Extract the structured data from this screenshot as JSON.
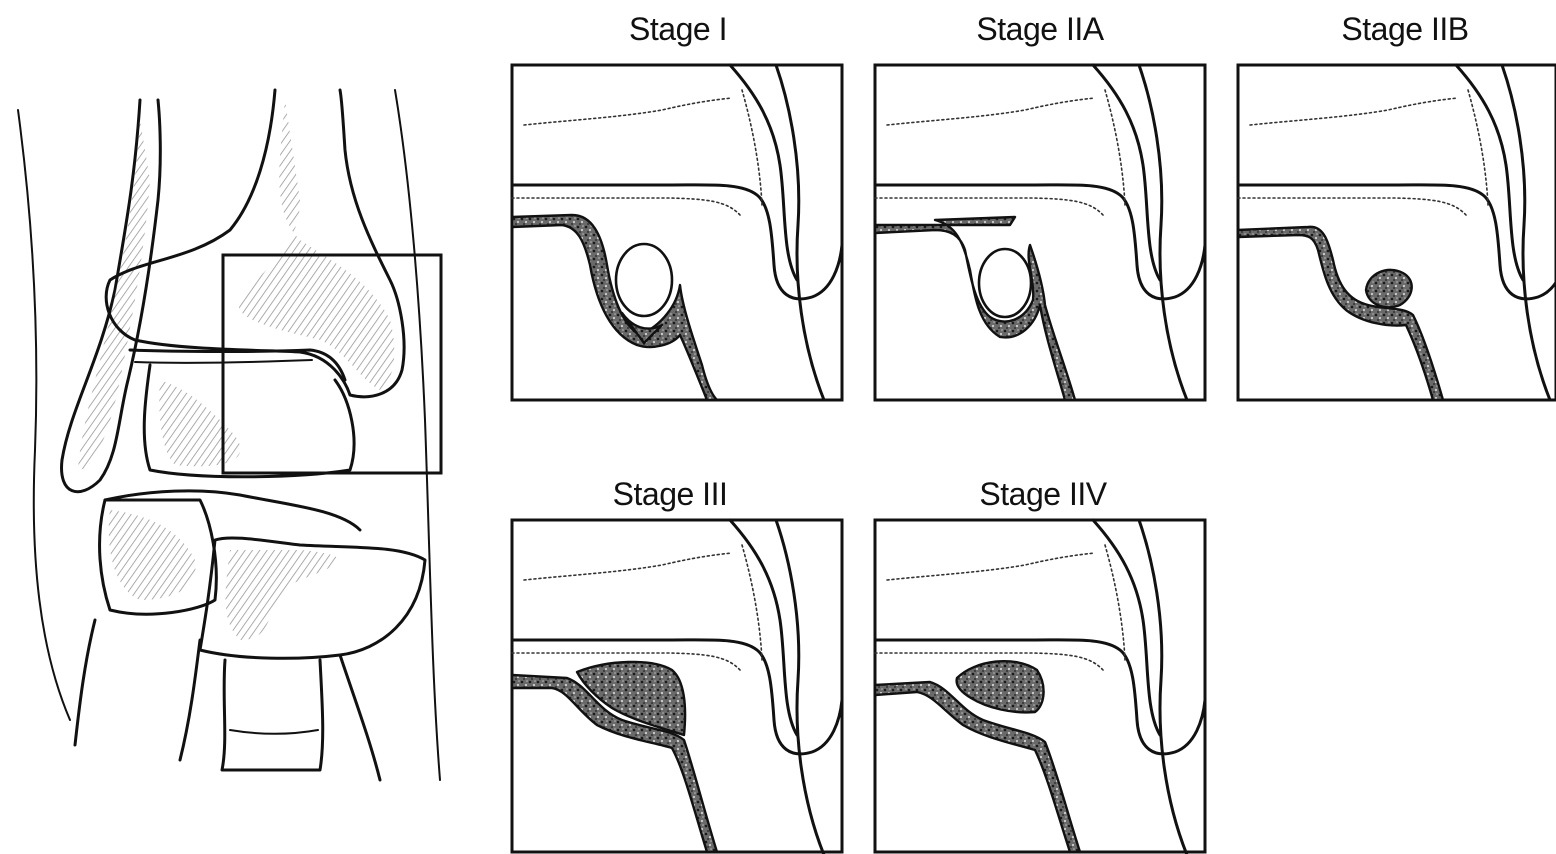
{
  "panels": [
    {
      "id": "stage-i",
      "label": "Stage I",
      "lesion": "subchondral-cyst"
    },
    {
      "id": "stage-iia",
      "label": "Stage IIA",
      "lesion": "cyst-partial-fracture"
    },
    {
      "id": "stage-iib",
      "label": "Stage IIB",
      "lesion": "partially-detached-fragment"
    },
    {
      "id": "stage-iii",
      "label": "Stage III",
      "lesion": "detached-fragment-in-place"
    },
    {
      "id": "stage-iiv",
      "label": "Stage IIV",
      "lesion": "displaced-fragment"
    }
  ],
  "overview": {
    "subject": "ankle-joint-anterior-view",
    "highlight": "talar-dome-medial-region"
  }
}
